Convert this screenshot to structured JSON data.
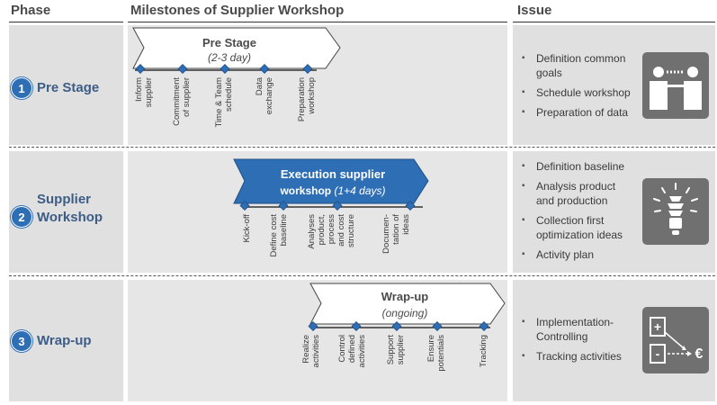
{
  "headers": {
    "phase": "Phase",
    "milestones": "Milestones of Supplier Workshop",
    "issue": "Issue"
  },
  "phases": [
    {
      "number": "1",
      "label_lines": [
        "Pre Stage"
      ],
      "banner_title": "Pre Stage",
      "banner_sub": "(2-3 day)",
      "milestones": [
        [
          "Inform",
          "supplier"
        ],
        [
          "Commitment",
          "of supplier"
        ],
        [
          "Time & Team",
          "schedule"
        ],
        [
          "Data",
          "exchange"
        ],
        [
          "Preparation",
          "workshop"
        ]
      ],
      "issues": [
        [
          "Definition common",
          "goals"
        ],
        [
          "Schedule workshop"
        ],
        [
          "Preparation of data"
        ]
      ],
      "icon": "meeting-people-icon"
    },
    {
      "number": "2",
      "label_lines": [
        "Supplier",
        "Workshop"
      ],
      "banner_title": "Execution supplier",
      "banner_title2": "workshop",
      "banner_sub": "(1+4 days)",
      "milestones": [
        [
          "Kick-off"
        ],
        [
          "Define cost",
          "baseline"
        ],
        [
          "Analyses",
          "product,",
          "process",
          "and cost",
          "structure"
        ],
        [
          "Documen-",
          "tation of",
          "ideas"
        ]
      ],
      "issues": [
        [
          "Definition baseline"
        ],
        [
          "Analysis product",
          "and production"
        ],
        [
          "Collection first",
          "optimization ideas"
        ],
        [
          "Activity plan"
        ]
      ],
      "icon": "lightbulb-icon"
    },
    {
      "number": "3",
      "label_lines": [
        "Wrap-up"
      ],
      "banner_title": "Wrap-up",
      "banner_sub": "(ongoing)",
      "milestones": [
        [
          "Realize",
          "activities"
        ],
        [
          "Control",
          "defined",
          "activities"
        ],
        [
          "Support",
          "supplier"
        ],
        [
          "Ensure",
          "potentials"
        ],
        [
          "Tracking"
        ]
      ],
      "issues": [
        [
          "Implementation-",
          "Controlling"
        ],
        [
          "Tracking activities"
        ]
      ],
      "icon": "plus-minus-euro-icon"
    }
  ],
  "colors": {
    "accent": "#2e6eb5",
    "panel": "#e0e0e0",
    "icon_bg": "#707070",
    "label": "#3d5d86"
  }
}
